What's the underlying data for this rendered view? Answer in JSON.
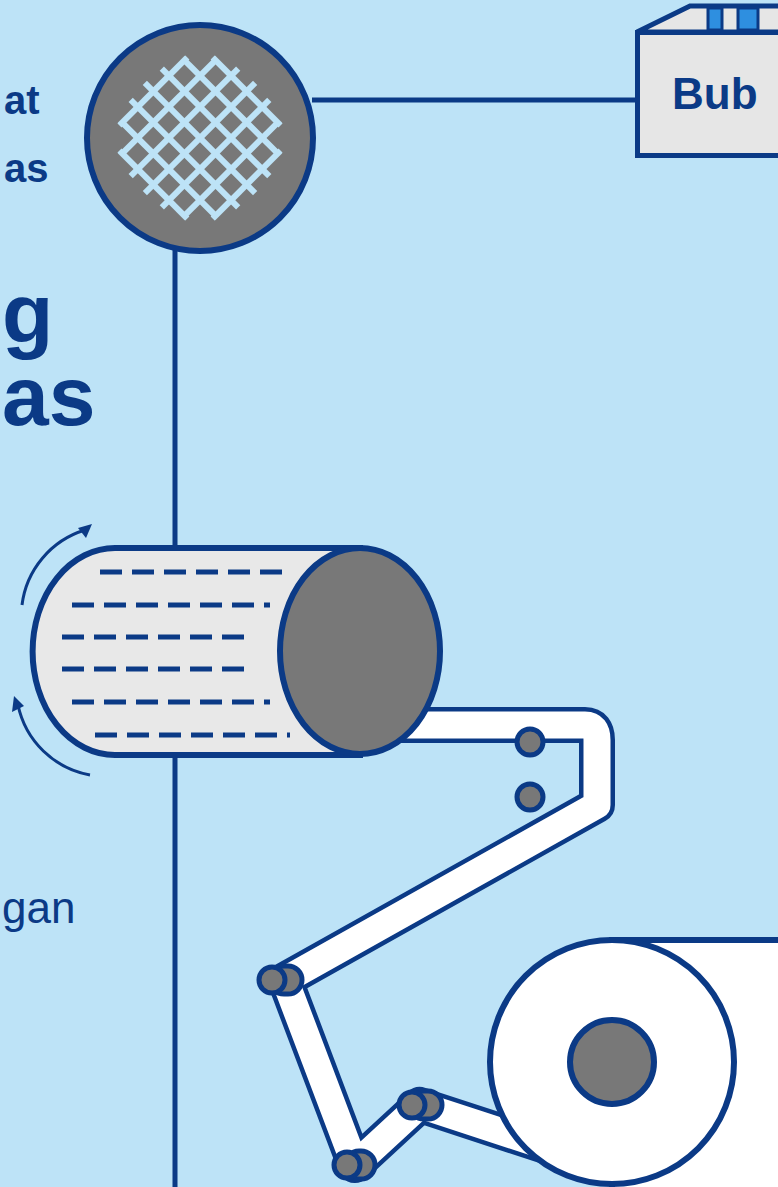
{
  "diagram": {
    "nodes": [
      {
        "text": [
          "Bub"
        ]
      }
    ],
    "labels": [
      "at",
      "as",
      "g",
      "as",
      "gan"
    ]
  }
}
